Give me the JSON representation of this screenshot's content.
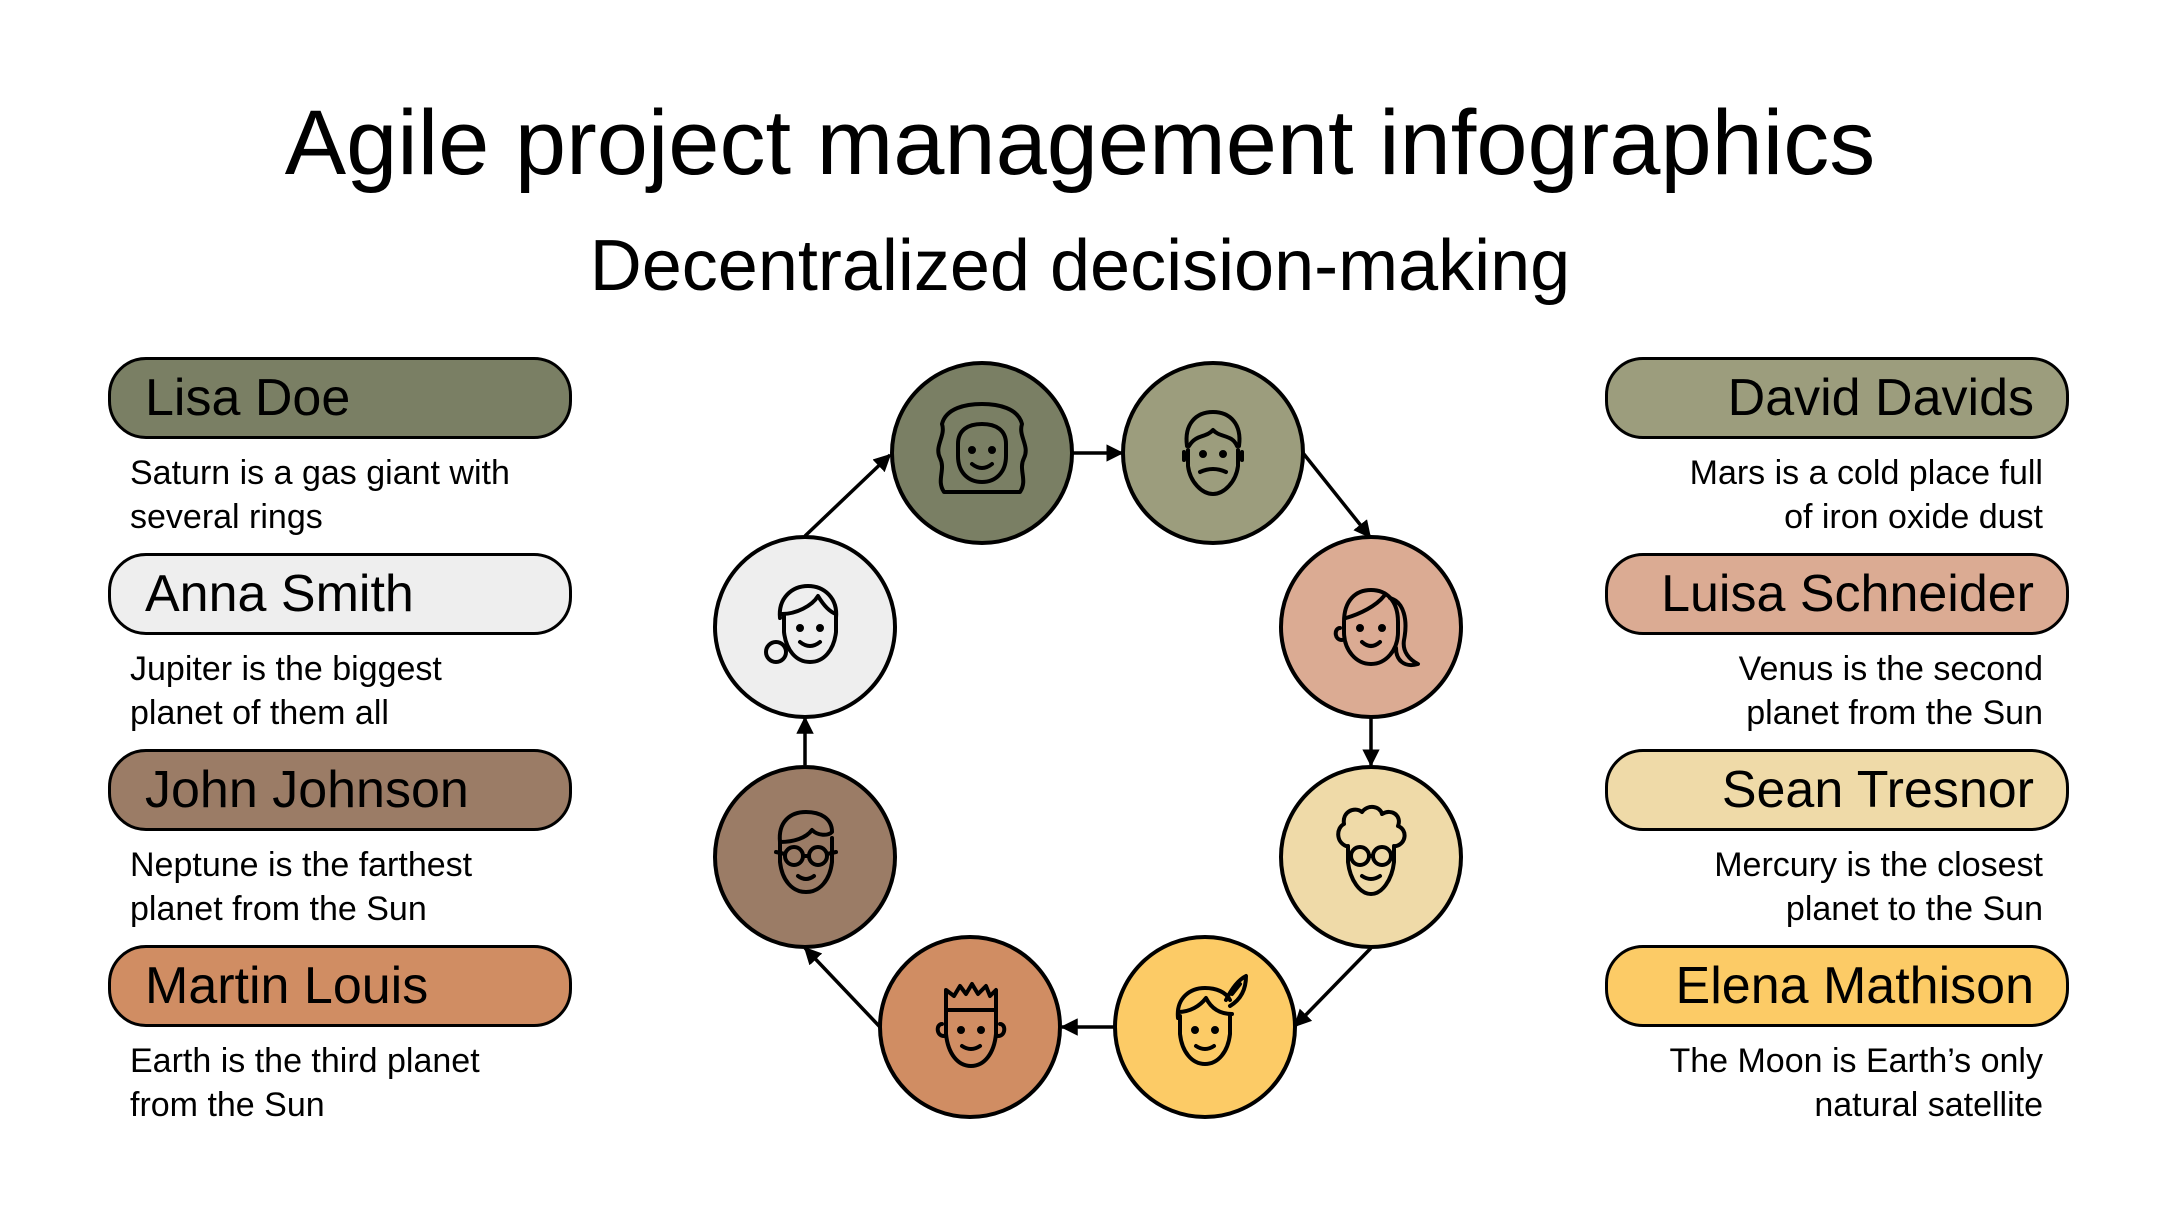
{
  "title": "Agile project management infographics",
  "subtitle": "Decentralized decision-making",
  "people": [
    {
      "name": "Lisa Doe",
      "desc1": "Saturn is a gas giant with",
      "desc2": "several rings",
      "color": "#7a7f64",
      "icon": "woman-curly-hair-icon"
    },
    {
      "name": "Anna Smith",
      "desc1": "Jupiter is the biggest",
      "desc2": "planet of them all",
      "color": "#eeeeee",
      "icon": "woman-bun-icon"
    },
    {
      "name": "John Johnson",
      "desc1": "Neptune is the farthest",
      "desc2": "planet from the Sun",
      "color": "#9b7c66",
      "icon": "man-glasses-icon"
    },
    {
      "name": "Martin Louis",
      "desc1": "Earth is the third planet",
      "desc2": "from the Sun",
      "color": "#d08d63",
      "icon": "man-spiky-hair-icon"
    },
    {
      "name": "David Davids",
      "desc1": "Mars is a cold place full",
      "desc2": "of iron oxide dust",
      "color": "#9c9d7d",
      "icon": "man-beard-icon"
    },
    {
      "name": "Luisa Schneider",
      "desc1": "Venus is the second",
      "desc2": "planet from the Sun",
      "color": "#dbab93",
      "icon": "woman-ponytail-icon"
    },
    {
      "name": "Sean Tresnor",
      "desc1": "Mercury is the closest",
      "desc2": "planet to the Sun",
      "color": "#efdaa8",
      "icon": "old-man-glasses-icon"
    },
    {
      "name": "Elena Mathison",
      "desc1": "The Moon is Earth’s only",
      "desc2": "natural satellite",
      "color": "#fccb66",
      "icon": "woman-feather-icon"
    }
  ]
}
